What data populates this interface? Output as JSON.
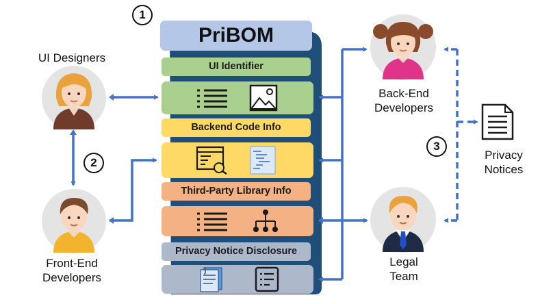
{
  "diagram": {
    "title": "PriBOM",
    "markers": [
      "1",
      "2",
      "3"
    ],
    "sections": [
      {
        "label": "UI Identifier",
        "label_color": "#a9d08e",
        "panel_color": "#a9d08e",
        "icons": [
          "list-icon",
          "image-icon"
        ]
      },
      {
        "label": "Backend Code Info",
        "label_color": "#ffd966",
        "panel_color": "#ffd966",
        "icons": [
          "code-window-icon",
          "code-file-icon"
        ]
      },
      {
        "label": "Third-Party Library Info",
        "label_color": "#f4b183",
        "panel_color": "#f4b183",
        "icons": [
          "list-icon",
          "hierarchy-icon"
        ]
      },
      {
        "label": "Privacy Notice Disclosure",
        "label_color": "#adb9ca",
        "panel_color": "#adb9ca",
        "icons": [
          "documents-icon",
          "form-icon"
        ]
      }
    ],
    "actors": {
      "ui_designers": "UI Designers",
      "front_end_developers": [
        "Front-End",
        "Developers"
      ],
      "back_end_developers": [
        "Back-End",
        "Developers"
      ],
      "legal_team": [
        "Legal",
        "Team"
      ],
      "privacy_notices": [
        "Privacy",
        "Notices"
      ]
    },
    "colors": {
      "arrow": "#4472c4",
      "backdrop": "#1f4e79",
      "title_box": "#b4c7e7"
    }
  }
}
